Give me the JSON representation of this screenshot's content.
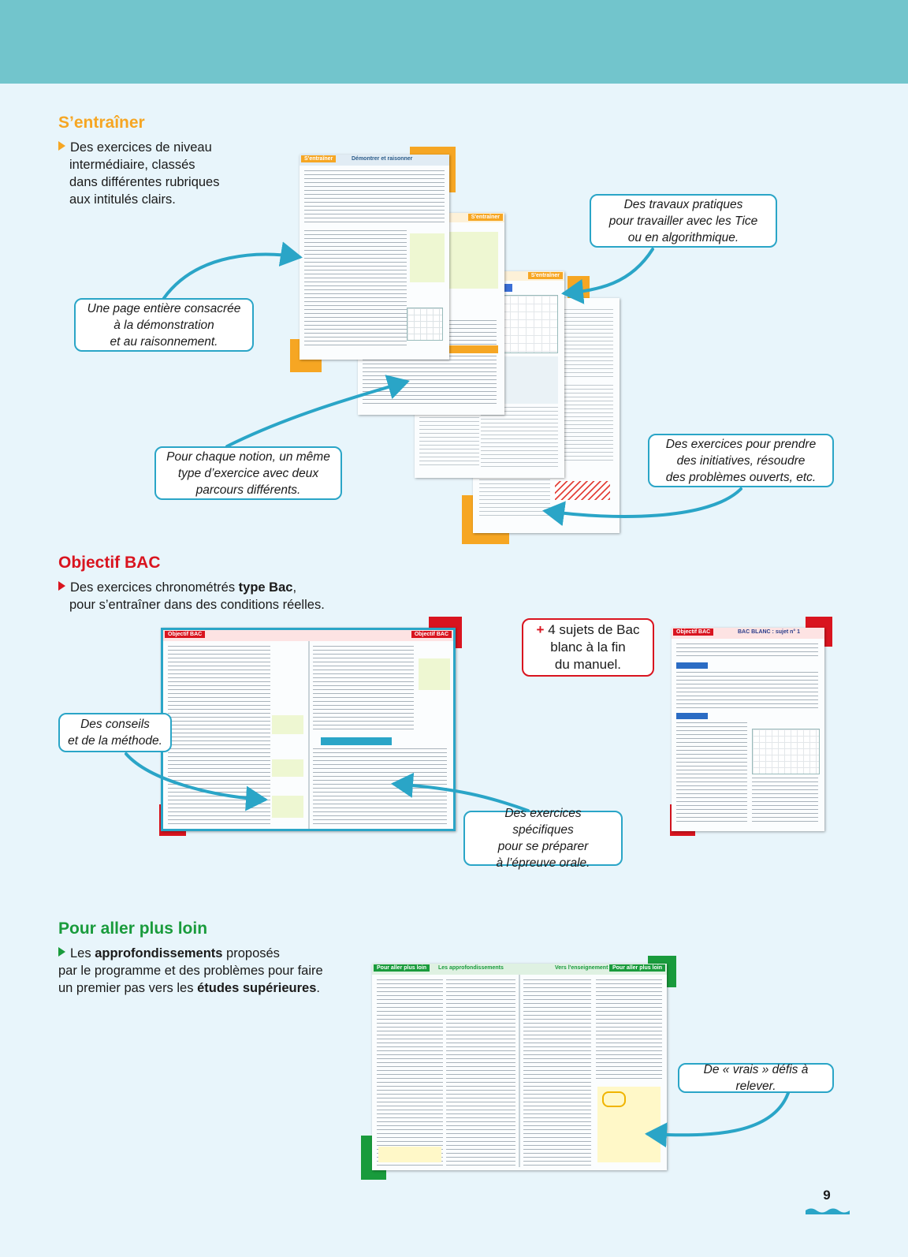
{
  "colors": {
    "top_band": "#72c5cc",
    "orange": "#f6a623",
    "red": "#d9141f",
    "green": "#199b3c",
    "callout_border": "#2aa5c7"
  },
  "section1": {
    "title": "S’entraîner",
    "body": [
      "Des exercices de niveau",
      "intermédiaire, classés",
      "dans différentes rubriques",
      "aux intitulés clairs."
    ],
    "callouts": {
      "demonstration": [
        "Une page entière consacrée",
        "à la démonstration",
        "et au raisonnement."
      ],
      "tice": [
        "Des travaux pratiques",
        "pour travailler avec les Tice",
        "ou en algorithmique."
      ],
      "notion": [
        "Pour chaque notion, un même",
        "type d’exercice avec deux",
        "parcours différents."
      ],
      "initiatives": [
        "Des exercices pour prendre",
        "des initiatives, résoudre",
        "des problèmes ouverts, etc."
      ]
    },
    "thumbs": {
      "head_label": "S'entraîner",
      "head_sub": "Démontrer et raisonner"
    }
  },
  "section2": {
    "title": "Objectif BAC",
    "body_pre": "Des exercices chronométrés ",
    "body_bold": "type Bac",
    "body_post": ",",
    "body_line2": "pour s’entraîner dans des conditions réelles.",
    "callouts": {
      "conseils": [
        "Des conseils",
        "et de la méthode."
      ],
      "oral": [
        "Des exercices spécifiques",
        "pour se préparer",
        "à l’épreuve orale."
      ],
      "bac_blanc_plus": "+",
      "bac_blanc": [
        "4 sujets de Bac",
        "blanc à la fin",
        "du manuel."
      ]
    },
    "thumbs": {
      "objectif": "Objectif",
      "bac": "BAC",
      "bac_blanc": "BAC BLANC : sujet n° 1"
    }
  },
  "section3": {
    "title": "Pour aller plus loin",
    "line1_a": "Les ",
    "line1_b": "approfondissements",
    "line1_c": " proposés",
    "line2": "par le programme et des problèmes pour faire",
    "line3_a": "un premier pas vers les ",
    "line3_b": "études supérieures",
    "line3_c": ".",
    "callouts": {
      "defis": "De « vrais » défis à relever."
    },
    "thumbs": {
      "head_label": "Pour aller plus loin",
      "head_sub": "Les approfondissements",
      "head_sub2": "Vers l'enseignement supérieur"
    }
  },
  "page_number": "9"
}
